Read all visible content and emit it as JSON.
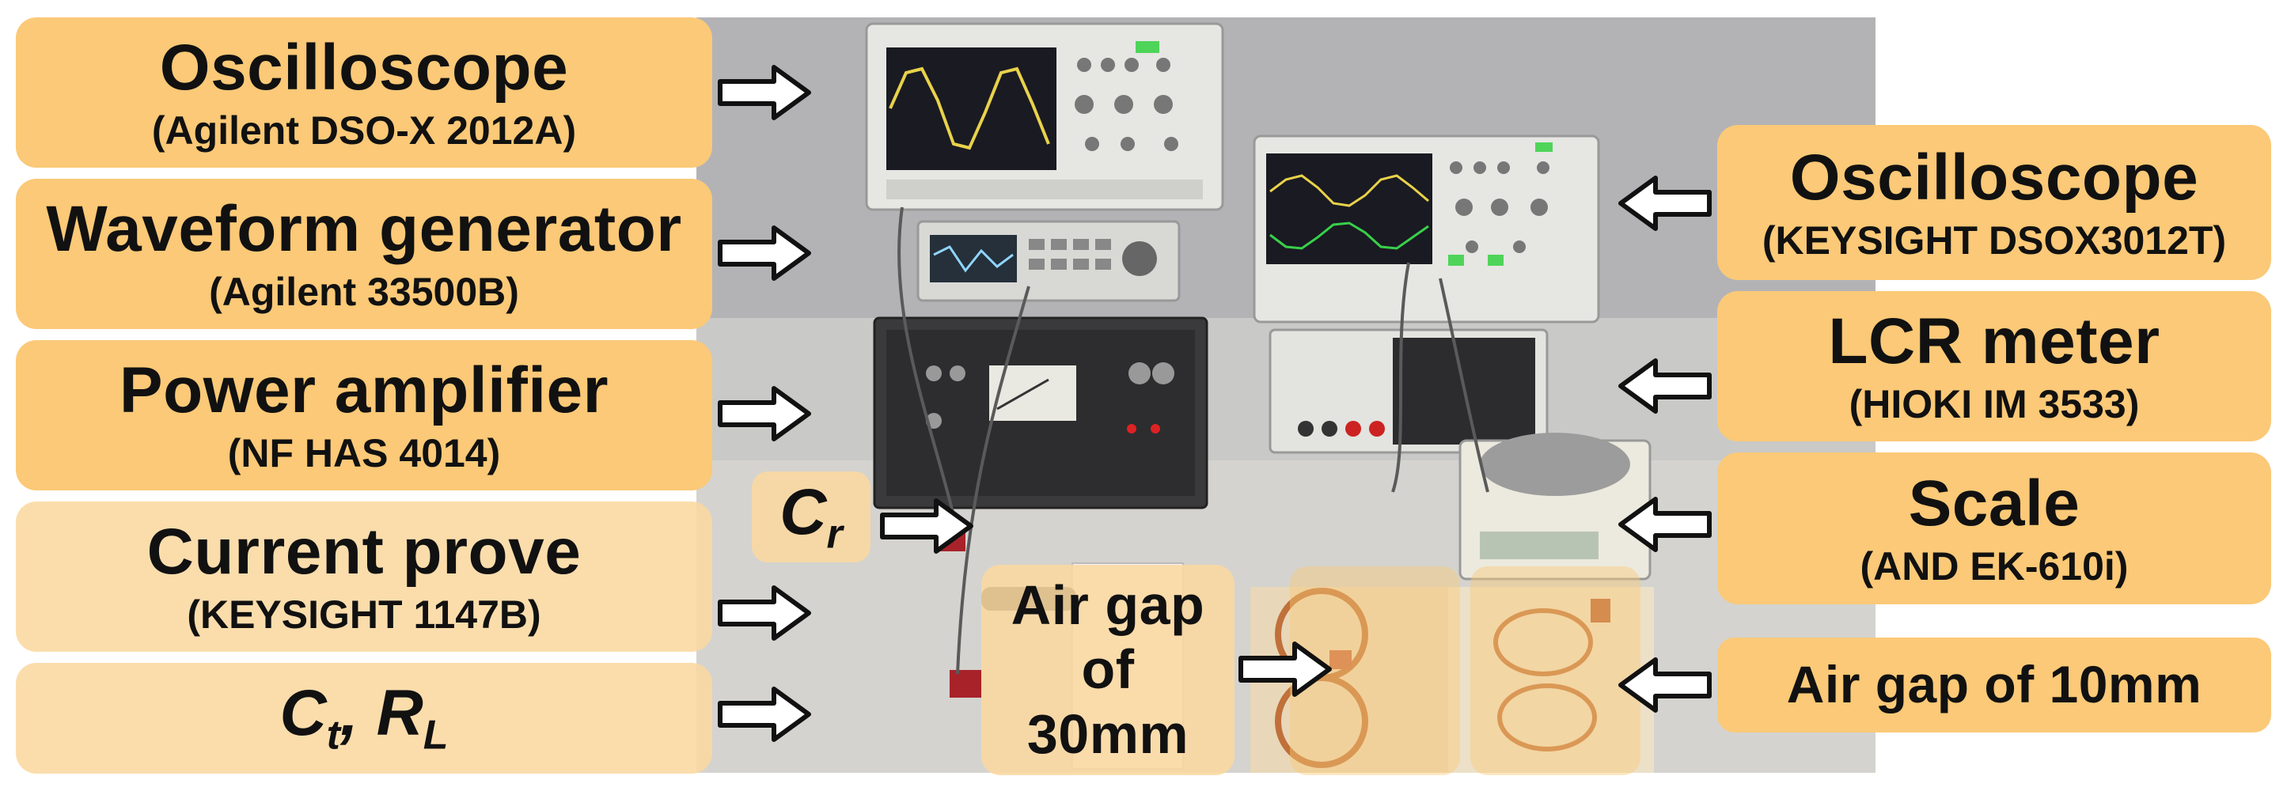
{
  "left_labels": [
    {
      "title": "Oscilloscope",
      "subtitle": "(Agilent DSO-X 2012A)"
    },
    {
      "title": "Waveform generator",
      "subtitle": "(Agilent 33500B)"
    },
    {
      "title": "Power amplifier",
      "subtitle": "(NF HAS 4014)"
    },
    {
      "title": "Current prove",
      "subtitle": "(KEYSIGHT 1147B)"
    }
  ],
  "ct_rl": {
    "c": "C",
    "c_sub": "t",
    "sep": ", ",
    "r": "R",
    "r_sub": "L"
  },
  "cr": {
    "c": "C",
    "c_sub": "r"
  },
  "air_gap_left": {
    "l1": "Air gap",
    "l2": "of",
    "l3": "30mm"
  },
  "right_labels": [
    {
      "title": "Oscilloscope",
      "subtitle": "(KEYSIGHT DSOX3012T)"
    },
    {
      "title": "LCR meter",
      "subtitle": "(HIOKI IM 3533)"
    },
    {
      "title": "Scale",
      "subtitle": "(AND EK-610i)"
    }
  ],
  "air_gap_right": {
    "text": "Air gap of 10mm"
  }
}
